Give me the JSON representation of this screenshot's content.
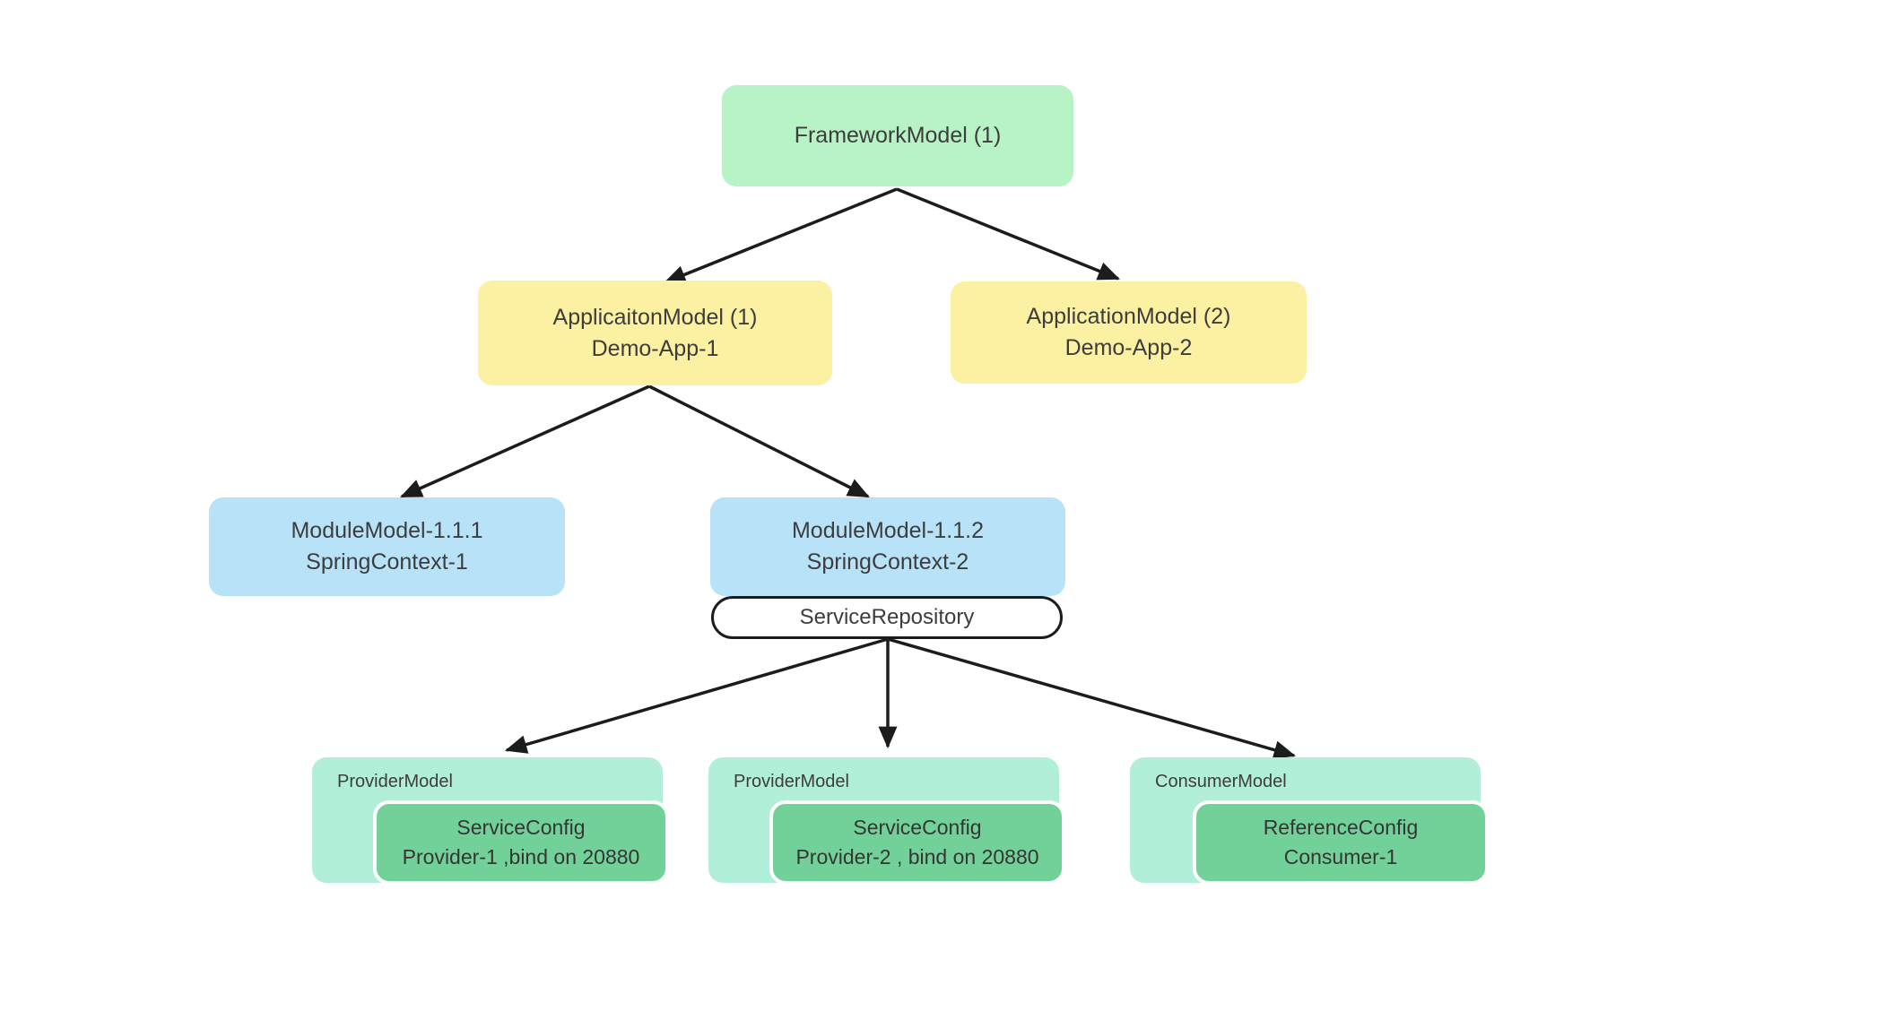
{
  "diagram": {
    "background": "#ffffff",
    "nodes": {
      "framework_model": {
        "label": "FrameworkModel (1)",
        "fill": "#b7f3c5"
      },
      "application_model_1": {
        "line1": "ApplicaitonModel (1)",
        "line2": "Demo-App-1",
        "fill": "#fcf0a3"
      },
      "application_model_2": {
        "line1": "ApplicationModel (2)",
        "line2": "Demo-App-2",
        "fill": "#fcf0a3"
      },
      "module_model_1": {
        "line1": "ModuleModel-1.1.1",
        "line2": "SpringContext-1",
        "fill": "#b8e2f8"
      },
      "module_model_2": {
        "line1": "ModuleModel-1.1.2",
        "line2": "SpringContext-2",
        "fill": "#b8e2f8"
      },
      "service_repository": {
        "label": "ServiceRepository",
        "fill": "#ffffff",
        "border": "#1c1c1c"
      },
      "provider_model_1": {
        "label": "ProviderModel",
        "fill": "#b2efd8",
        "config": {
          "line1": "ServiceConfig",
          "line2": "Provider-1 ,bind on 20880",
          "fill": "#72d198"
        }
      },
      "provider_model_2": {
        "label": "ProviderModel",
        "fill": "#b2efd8",
        "config": {
          "line1": "ServiceConfig",
          "line2": "Provider-2 , bind on 20880",
          "fill": "#72d198"
        }
      },
      "consumer_model": {
        "label": "ConsumerModel",
        "fill": "#b2efd8",
        "config": {
          "line1": "ReferenceConfig",
          "line2": "Consumer-1",
          "fill": "#72d198"
        }
      }
    },
    "edges": [
      {
        "from": "framework_model",
        "to": "application_model_1"
      },
      {
        "from": "framework_model",
        "to": "application_model_2"
      },
      {
        "from": "application_model_1",
        "to": "module_model_1"
      },
      {
        "from": "application_model_1",
        "to": "module_model_2"
      },
      {
        "from": "service_repository",
        "to": "provider_model_1"
      },
      {
        "from": "service_repository",
        "to": "provider_model_2"
      },
      {
        "from": "service_repository",
        "to": "consumer_model"
      }
    ],
    "colors": {
      "text": "#3d3d3d",
      "edge": "#1c1c1c",
      "config_border": "#ffffff"
    }
  }
}
